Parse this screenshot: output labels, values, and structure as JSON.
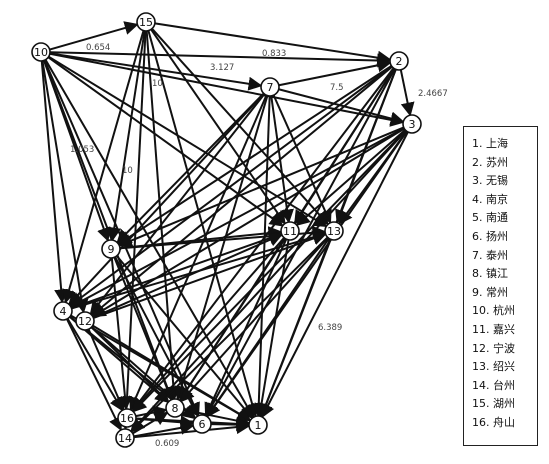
{
  "diagram": {
    "nodes": [
      {
        "id": "1"
      },
      {
        "id": "2"
      },
      {
        "id": "3"
      },
      {
        "id": "4"
      },
      {
        "id": "6"
      },
      {
        "id": "7"
      },
      {
        "id": "8"
      },
      {
        "id": "9"
      },
      {
        "id": "10"
      },
      {
        "id": "11"
      },
      {
        "id": "12"
      },
      {
        "id": "13"
      },
      {
        "id": "14"
      },
      {
        "id": "15"
      },
      {
        "id": "16"
      }
    ],
    "edge_labels": [
      "0.654",
      "0.833",
      "3.127",
      "7.5",
      "2.4667",
      "10",
      "1.053",
      "10",
      "6.389",
      "0.609"
    ]
  },
  "legend": {
    "items": [
      {
        "num": "1.",
        "name": "上海"
      },
      {
        "num": "2.",
        "name": "苏州"
      },
      {
        "num": "3.",
        "name": "无锡"
      },
      {
        "num": "4.",
        "name": "南京"
      },
      {
        "num": "5.",
        "name": "南通"
      },
      {
        "num": "6.",
        "name": "扬州"
      },
      {
        "num": "7.",
        "name": "泰州"
      },
      {
        "num": "8.",
        "name": "镇江"
      },
      {
        "num": "9.",
        "name": "常州"
      },
      {
        "num": "10.",
        "name": "杭州"
      },
      {
        "num": "11.",
        "name": "嘉兴"
      },
      {
        "num": "12.",
        "name": "宁波"
      },
      {
        "num": "13.",
        "name": "绍兴"
      },
      {
        "num": "14.",
        "name": "台州"
      },
      {
        "num": "15.",
        "name": "湖州"
      },
      {
        "num": "16.",
        "name": "舟山"
      }
    ]
  }
}
